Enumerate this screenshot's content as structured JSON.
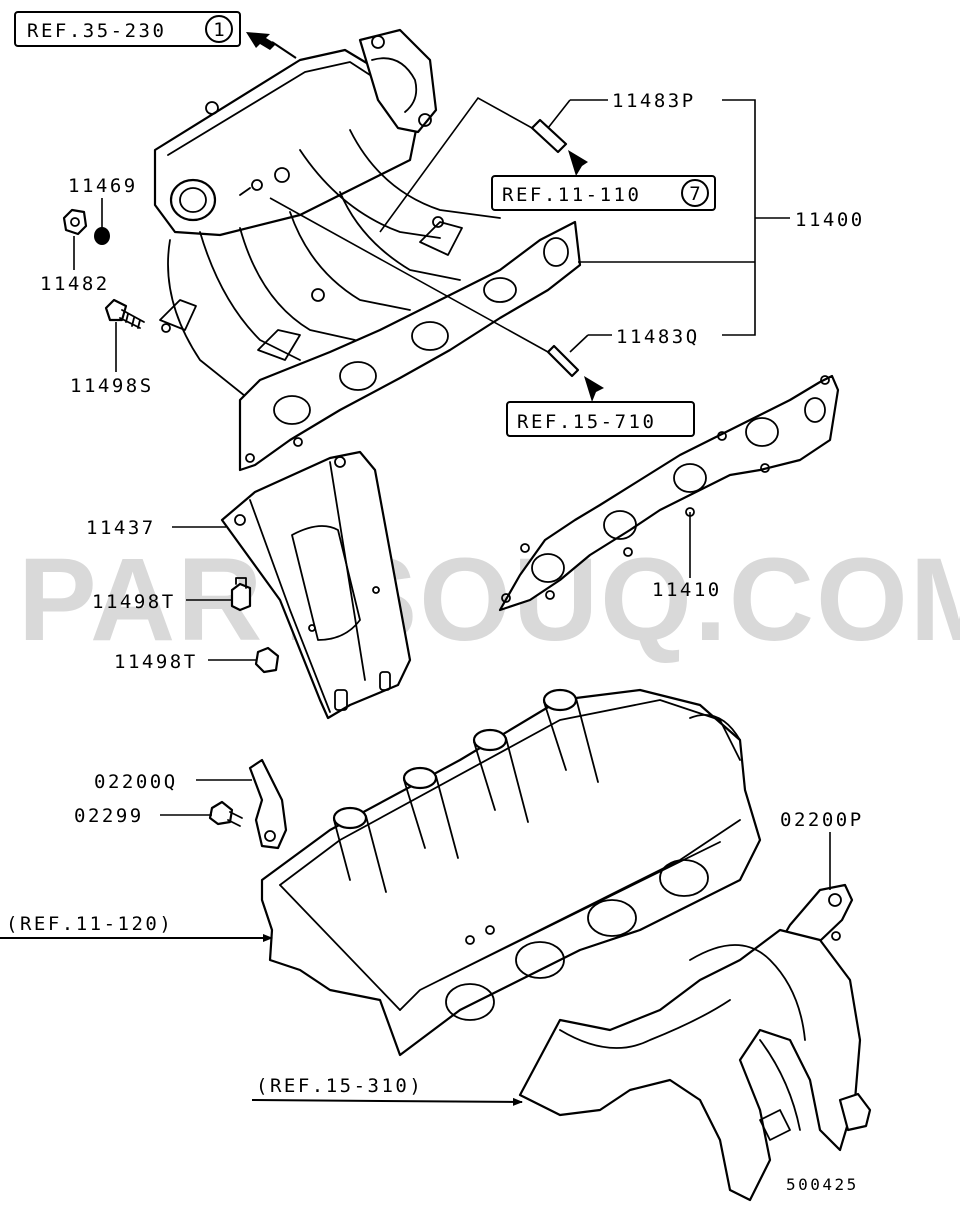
{
  "watermark": "PARTSOUQ.COM",
  "drawing_number": "500425",
  "refs": {
    "ref_35_230": "REF.35-230",
    "ref_35_230_circle": "1",
    "ref_11_110": "REF.11-110",
    "ref_11_110_circle": "7",
    "ref_15_710": "REF.15-710",
    "ref_11_120": "(REF.11-120)",
    "ref_15_310": "(REF.15-310)"
  },
  "parts": {
    "p11469": "11469",
    "p11482": "11482",
    "p11498S": "11498S",
    "p11483P": "11483P",
    "p11400": "11400",
    "p11483Q": "11483Q",
    "p11437": "11437",
    "p11498T_a": "11498T",
    "p11498T_b": "11498T",
    "p11410": "11410",
    "p02200Q": "02200Q",
    "p02299": "02299",
    "p02200P": "02200P"
  },
  "colors": {
    "line": "#000000",
    "watermark": "#d9d9d9",
    "background": "#ffffff"
  }
}
